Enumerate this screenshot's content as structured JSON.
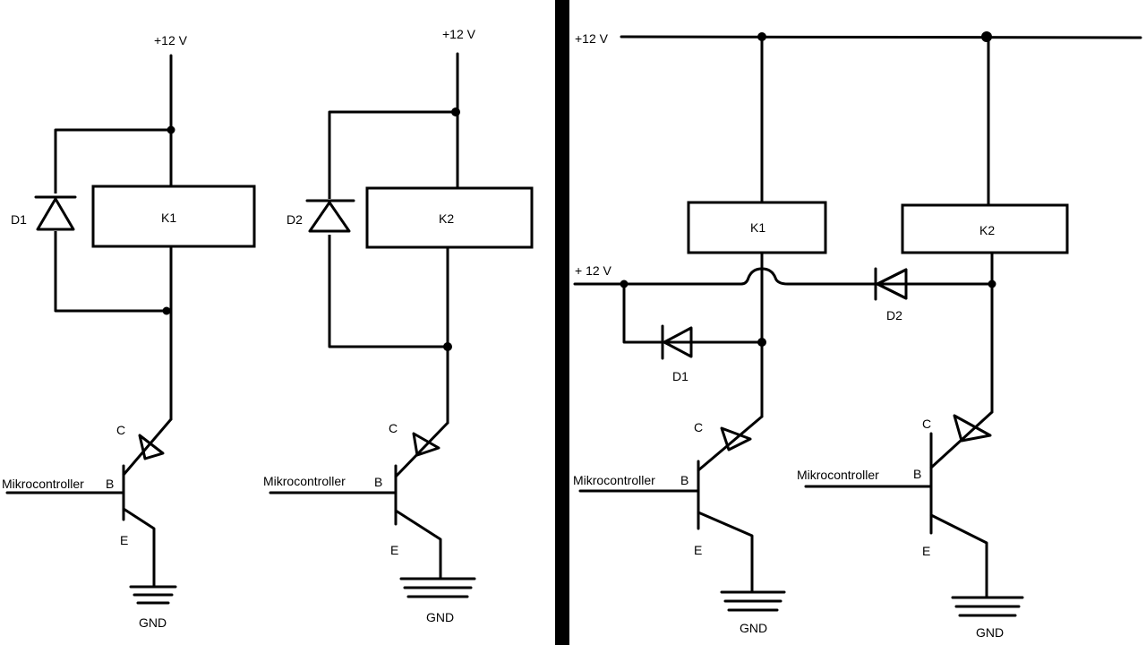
{
  "left": {
    "circuit1": {
      "supply": "+12 V",
      "relay": "K1",
      "diode": "D1",
      "collector": "C",
      "base": "B",
      "emitter": "E",
      "input": "Mikrocontroller",
      "ground": "GND"
    },
    "circuit2": {
      "supply": "+12 V",
      "relay": "K2",
      "diode": "D2",
      "collector": "C",
      "base": "B",
      "emitter": "E",
      "input": "Mikrocontroller",
      "ground": "GND"
    }
  },
  "right": {
    "supply_top": "+12 V",
    "supply_mid": "+ 12 V",
    "relay1": "K1",
    "relay2": "K2",
    "diode1": "D1",
    "diode2": "D2",
    "t1": {
      "collector": "C",
      "base": "B",
      "emitter": "E",
      "input": "Mikrocontroller",
      "ground": "GND"
    },
    "t2": {
      "collector": "C",
      "base": "B",
      "emitter": "E",
      "input": "Mikrocontroller",
      "ground": "GND"
    }
  }
}
